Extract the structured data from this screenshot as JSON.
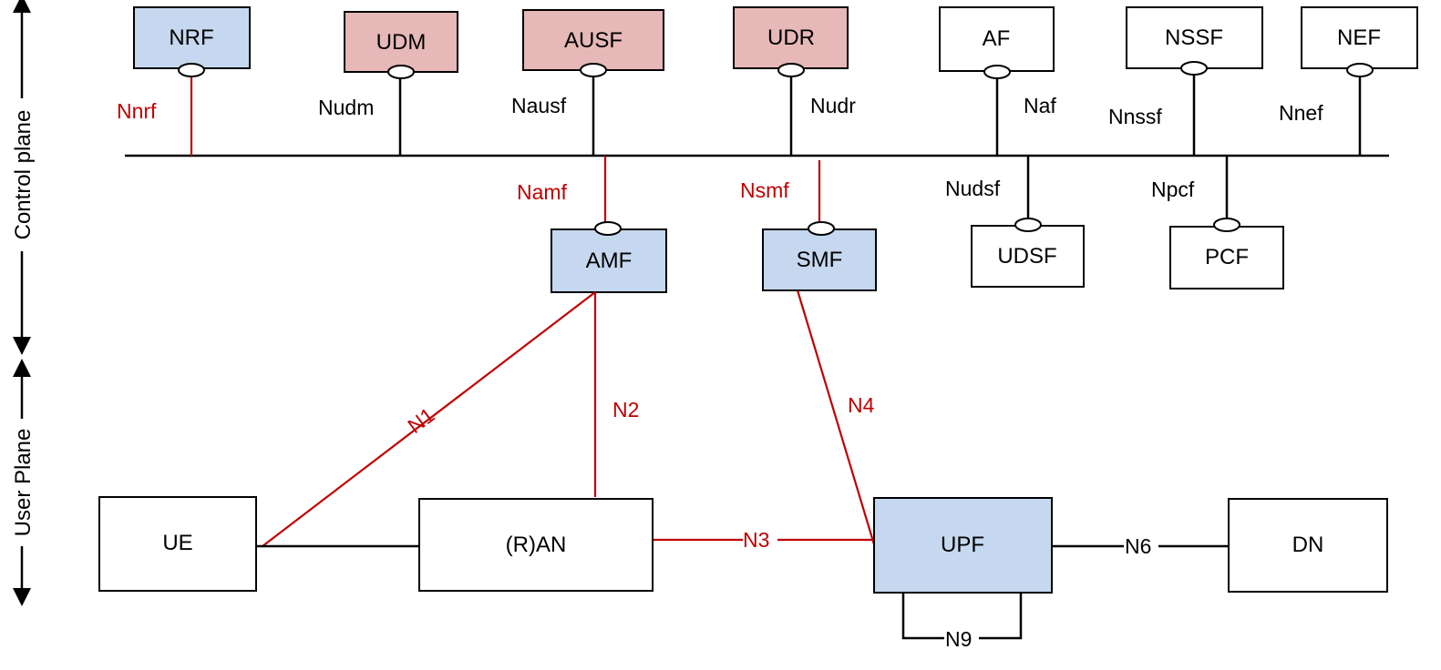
{
  "colors": {
    "blue_fill": "#c5d8ef",
    "pink_fill": "#e6b8b7",
    "white_fill": "#ffffff",
    "red_line": "#c00000",
    "black_line": "#000000"
  },
  "side_labels": {
    "control_plane": "Control plane",
    "user_plane": "User Plane"
  },
  "nodes": {
    "nrf": "NRF",
    "udm": "UDM",
    "ausf": "AUSF",
    "udr": "UDR",
    "af": "AF",
    "nssf": "NSSF",
    "nef": "NEF",
    "amf": "AMF",
    "smf": "SMF",
    "udsf": "UDSF",
    "pcf": "PCF",
    "ue": "UE",
    "ran": "(R)AN",
    "upf": "UPF",
    "dn": "DN"
  },
  "interfaces": {
    "nnrf": "Nnrf",
    "nudm": "Nudm",
    "nausf": "Nausf",
    "nudr": "Nudr",
    "naf": "Naf",
    "nnssf": "Nnssf",
    "nnef": "Nnef",
    "namf": "Namf",
    "nsmf": "Nsmf",
    "nudsf": "Nudsf",
    "npcf": "Npcf",
    "n1": "N1",
    "n2": "N2",
    "n3": "N3",
    "n4": "N4",
    "n6": "N6",
    "n9": "N9"
  }
}
